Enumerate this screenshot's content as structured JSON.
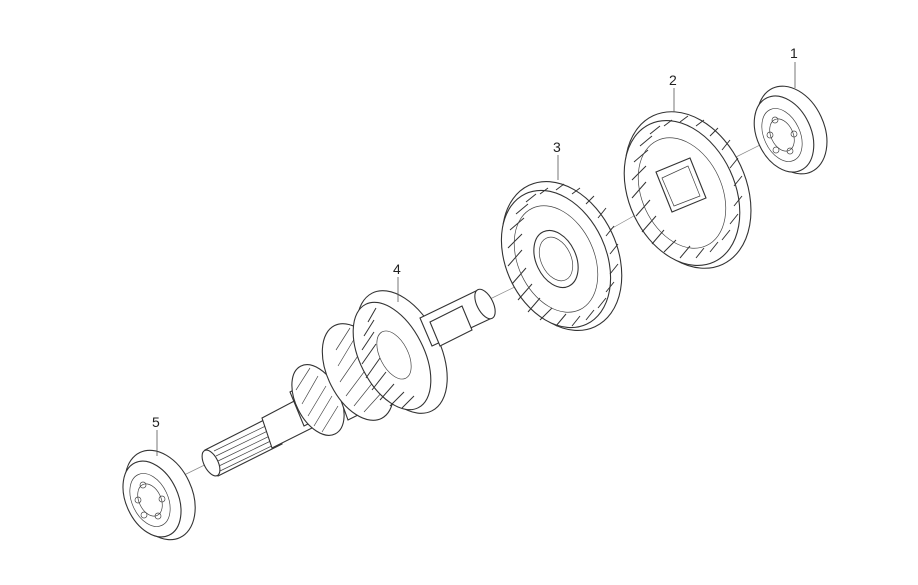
{
  "diagram": {
    "callouts": [
      {
        "id": "1",
        "label": "1",
        "part": "bearing-right"
      },
      {
        "id": "2",
        "label": "2",
        "part": "large-helical-gear"
      },
      {
        "id": "3",
        "label": "3",
        "part": "middle-helical-gear"
      },
      {
        "id": "4",
        "label": "4",
        "part": "input-shaft-with-gears"
      },
      {
        "id": "5",
        "label": "5",
        "part": "bearing-left"
      }
    ]
  }
}
